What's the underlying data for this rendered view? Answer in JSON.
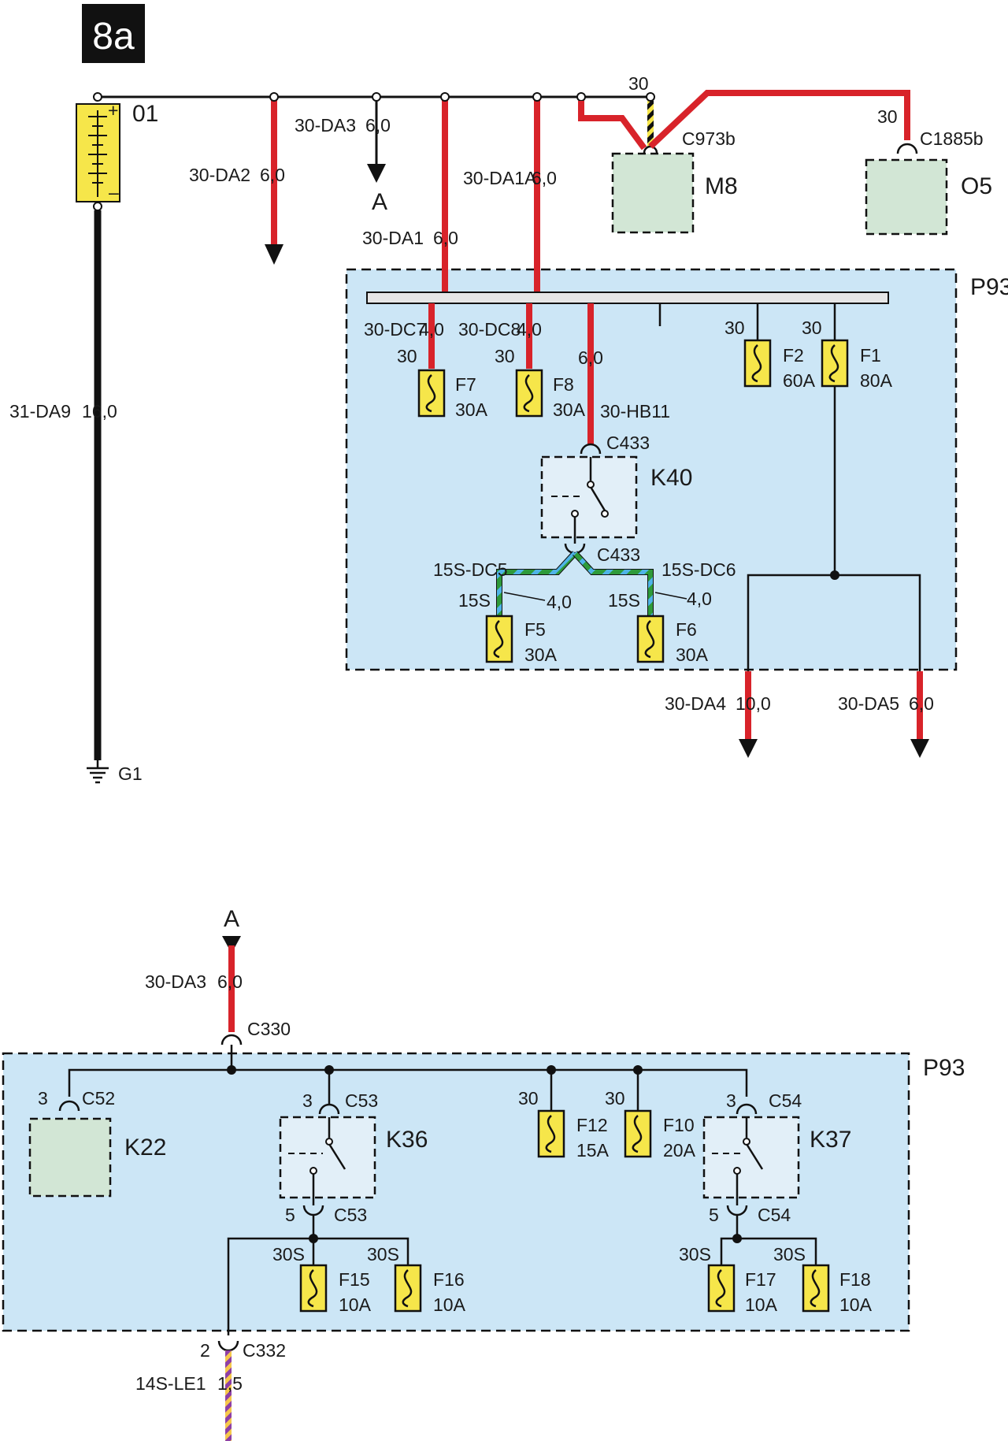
{
  "page": {
    "label": "8a"
  },
  "colors": {
    "wire_red": "#d8232a",
    "wire_black": "#111111",
    "fuse_yellow": "#f6e64a",
    "box_blue": "#cce6f6",
    "module_green": "#d2e6d5",
    "wire_green": "#2e9a3a",
    "wire_cyan": "#4fb4e8"
  },
  "battery": {
    "name": "01"
  },
  "ground": {
    "name": "G1",
    "wire": "31-DA9",
    "size": "16,0"
  },
  "wires": {
    "da2": {
      "name": "30-DA2",
      "size": "6,0"
    },
    "da3": {
      "name": "30-DA3",
      "size": "6,0"
    },
    "da3_ref": "A",
    "da1": {
      "name": "30-DA1",
      "size": "6,0"
    },
    "da1a": {
      "name": "30-DA1A",
      "size": "6,0"
    },
    "da4": {
      "name": "30-DA4",
      "size": "10,0"
    },
    "da5": {
      "name": "30-DA5",
      "size": "6,0"
    },
    "dc7": {
      "name": "30-DC7",
      "size": "4,0",
      "pin": "30"
    },
    "dc8": {
      "name": "30-DC8",
      "size": "4,0",
      "pin": "30"
    },
    "hb11": {
      "name": "30-HB11",
      "size": "6,0"
    },
    "dc5": {
      "name": "15S-DC5",
      "size": "4,0",
      "pin": "15S"
    },
    "dc6": {
      "name": "15S-DC6",
      "size": "4,0",
      "pin": "15S"
    },
    "le1": {
      "name": "14S-LE1",
      "size": "1,5"
    }
  },
  "modules": {
    "m8": {
      "name": "M8",
      "connector": "C973b",
      "pin": "30"
    },
    "o5": {
      "name": "O5",
      "connector": "C1885b",
      "pin": "30"
    },
    "p93": {
      "name": "P93"
    },
    "k40": {
      "name": "K40",
      "conn_top": "C433",
      "conn_bottom": "C433"
    },
    "k22": {
      "name": "K22",
      "connector": "C52",
      "pin": "3"
    },
    "k36": {
      "name": "K36",
      "conn_top": "C53",
      "pin_top": "3",
      "conn_bottom": "C53",
      "pin_bottom": "5"
    },
    "k37": {
      "name": "K37",
      "conn_top": "C54",
      "pin_top": "3",
      "conn_bottom": "C54",
      "pin_bottom": "5"
    }
  },
  "fuses": {
    "f1": {
      "name": "F1",
      "rating": "80A",
      "pin": "30"
    },
    "f2": {
      "name": "F2",
      "rating": "60A",
      "pin": "30"
    },
    "f5": {
      "name": "F5",
      "rating": "30A"
    },
    "f6": {
      "name": "F6",
      "rating": "30A"
    },
    "f7": {
      "name": "F7",
      "rating": "30A"
    },
    "f8": {
      "name": "F8",
      "rating": "30A"
    },
    "f10": {
      "name": "F10",
      "rating": "20A",
      "pin": "30"
    },
    "f12": {
      "name": "F12",
      "rating": "15A",
      "pin": "30"
    },
    "f15": {
      "name": "F15",
      "rating": "10A",
      "pin": "30S"
    },
    "f16": {
      "name": "F16",
      "rating": "10A",
      "pin": "30S"
    },
    "f17": {
      "name": "F17",
      "rating": "10A",
      "pin": "30S"
    },
    "f18": {
      "name": "F18",
      "rating": "10A",
      "pin": "30S"
    }
  },
  "lower": {
    "ref": "A",
    "wire": {
      "name": "30-DA3",
      "size": "6,0"
    },
    "conn_in": "C330",
    "conn_out": "C332",
    "conn_out_pin": "2",
    "box": "P93"
  }
}
